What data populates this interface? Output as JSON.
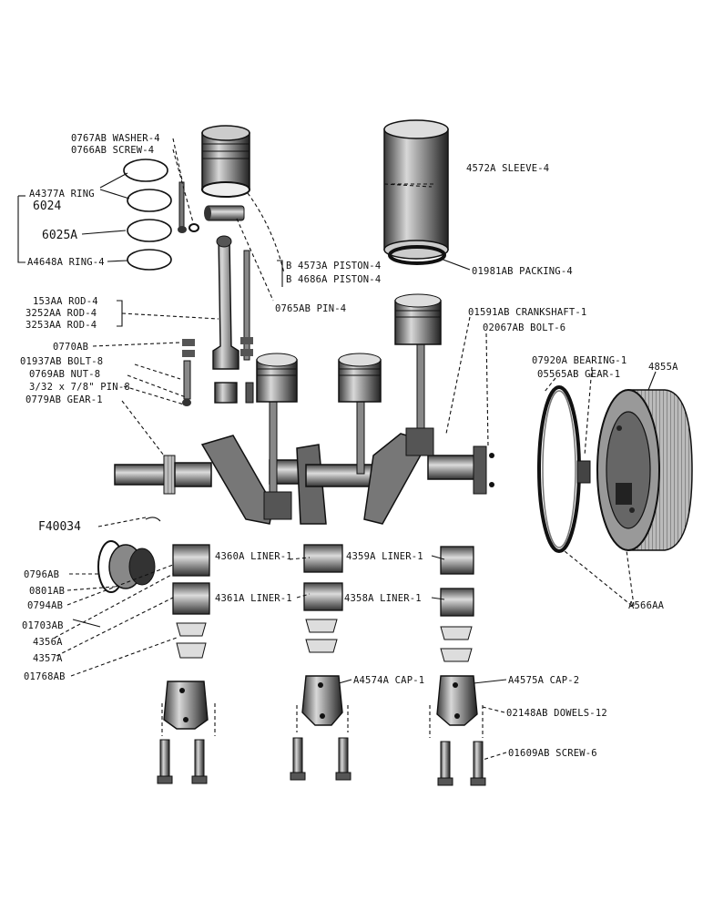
{
  "labels": {
    "washer": "0767AB WASHER-4",
    "screw": "0766AB SCREW-4",
    "ring": "A4377A RING",
    "n6024": "6024",
    "n6025a": "6025A",
    "ring4": "A4648A RING-4",
    "sleeve": "4572A SLEEVE-4",
    "piston1": "B 4573A PISTON-4",
    "piston2": "B 4686A PISTON-4",
    "packing": "01981AB PACKING-4",
    "pin": "0765AB PIN-4",
    "rod1": "153AA ROD-4",
    "rod2": "3252AA ROD-4",
    "rod3": "3253AA ROD-4",
    "crankshaft": "01591AB CRANKSHAFT-1",
    "bolt6": "02067AB BOLT-6",
    "n0770ab": "0770AB",
    "bolt8": "01937AB BOLT-8",
    "nut8": "0769AB NUT-8",
    "pin8": "3/32 x 7/8\" PIN-8",
    "gear779": "0779AB GEAR-1",
    "bearing": "07920A BEARING-1",
    "gear5565": "05565AB GEAR-1",
    "n4855a": "4855A",
    "f40034": "F40034",
    "liner4360": "4360A LINER-1",
    "liner4359": "4359A LINER-1",
    "liner4361": "4361A LINER-1",
    "liner4358": "4358A LINER-1",
    "n0796ab": "0796AB",
    "n0801ab": "0801AB",
    "n0794ab": "0794AB",
    "n01703ab": "01703AB",
    "n4356a": "4356A",
    "n4357a": "4357A",
    "n01768ab": "01768AB",
    "n4566aa": "A566AA",
    "cap1": "A4574A CAP-1",
    "cap2": "A4575A CAP-2",
    "dowels": "02148AB DOWELS-12",
    "screw6": "01609AB SCREW-6"
  },
  "colors": {
    "ink": "#111111",
    "paper": "#ffffff",
    "metal": "#8a8a8a",
    "shadow": "#3a3a3a"
  }
}
